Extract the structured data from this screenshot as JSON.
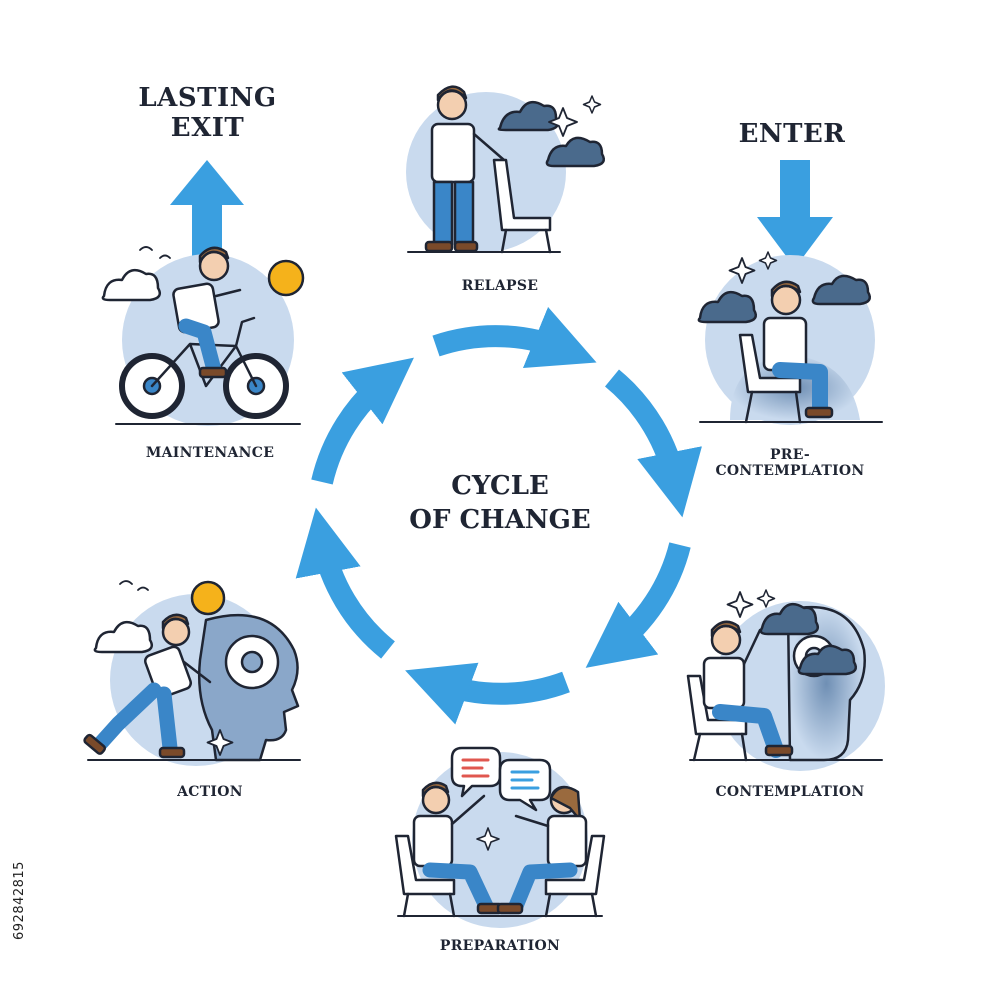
{
  "diagram": {
    "title_line1": "CYCLE",
    "title_line2": "OF CHANGE",
    "exit_label": "LASTING\nEXIT",
    "enter_label": "ENTER",
    "stages": {
      "relapse": "RELAPSE",
      "precontemplation": "PRE-\nCONTEMPLATION",
      "contemplation": "CONTEMPLATION",
      "preparation": "PREPARATION",
      "action": "ACTION",
      "maintenance": "MAINTENANCE"
    },
    "stock_id": "692842815"
  },
  "colors": {
    "arrow": "#3a9fe0",
    "circle_fill": "#c9daee",
    "circle_dark": "#8aa7c9",
    "outline": "#1f2533",
    "shirt": "#ffffff",
    "pants": "#3a86c8",
    "hair": "#9a6a3e",
    "cloud_dark": "#4a6a8c",
    "sun": "#f5b21b"
  }
}
